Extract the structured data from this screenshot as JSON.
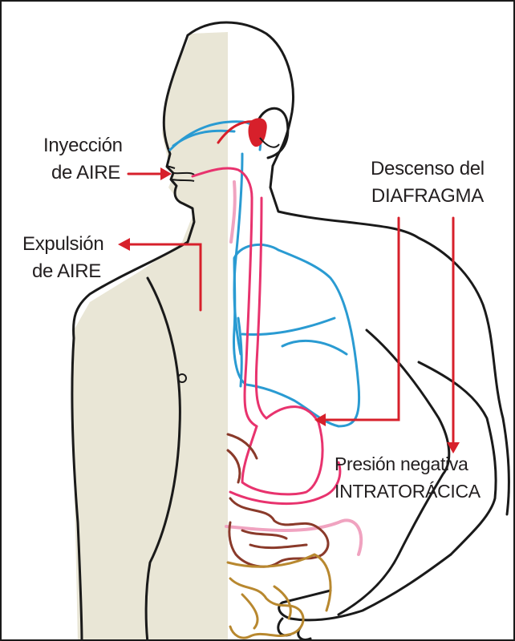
{
  "labels": {
    "injection": {
      "line1": "Inyección",
      "line2": "de AIRE"
    },
    "expulsion": {
      "line1": "Expulsión",
      "line2": "de AIRE"
    },
    "diaphragm": {
      "line1": "Descenso del",
      "line2": "DIAFRAGMA"
    },
    "pressure": {
      "line1": "Presión negativa",
      "line2": "INTRATORÁCICA"
    }
  },
  "colors": {
    "skin": "#e9e6d6",
    "outline": "#1a1a1a",
    "arrow": "#d7202b",
    "airway_blue": "#2a9bd2",
    "digestive_pink": "#e8336e",
    "light_pink": "#f0a3c0",
    "intestine_brown": "#8a3a2a",
    "intestine_gold": "#b8882f"
  }
}
